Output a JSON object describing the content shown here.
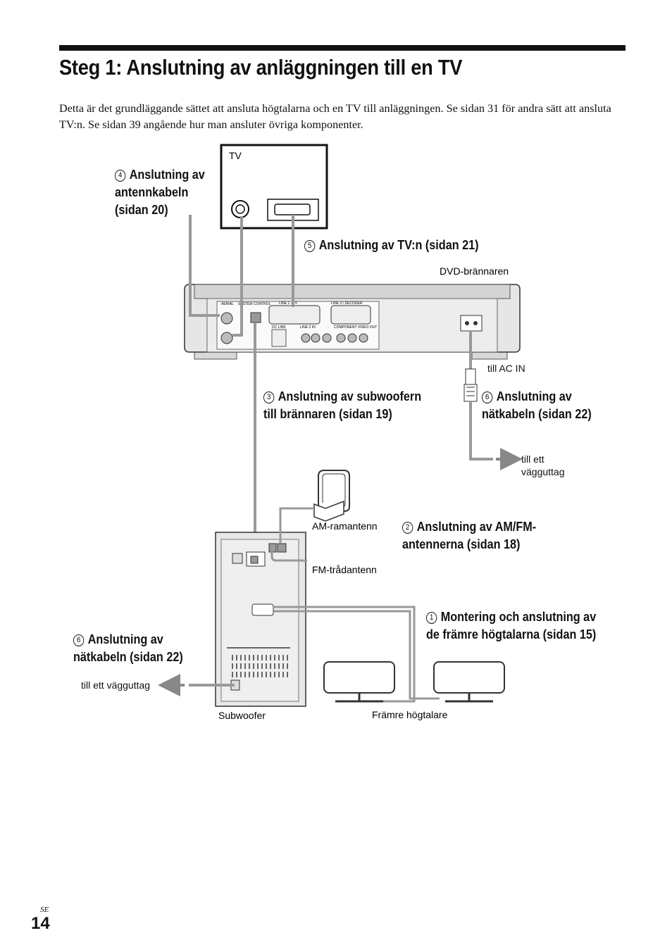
{
  "page": {
    "title": "Steg 1: Anslutning av anläggningen till en TV",
    "intro": "Detta är det grundläggande sättet att ansluta högtalarna och en TV till anläggningen. Se sidan 31 för andra sätt att ansluta TV:n. Se sidan 39 angående hur man ansluter övriga komponenter.",
    "language_code": "SE",
    "page_number": "14"
  },
  "diagram": {
    "devices": {
      "tv": "TV",
      "dvd_recorder": "DVD-brännaren",
      "subwoofer": "Subwoofer",
      "front_speakers": "Främre högtalare",
      "am_antenna": "AM-ramantenn",
      "fm_antenna": "FM-trådantenn"
    },
    "labels": {
      "ac_in": "till AC IN",
      "wall_outlet_right": "till ett\nvägguttag",
      "wall_outlet_left": "till ett vägguttag"
    },
    "steps": [
      {
        "num": "1",
        "text": "Montering och anslutning av\nde främre högtalarna (sidan 15)"
      },
      {
        "num": "2",
        "text": "Anslutning av AM/FM-\nantennerna (sidan 18)"
      },
      {
        "num": "3",
        "text": "Anslutning av subwoofern\ntill brännaren (sidan 19)"
      },
      {
        "num": "4",
        "text": "Anslutning av\nantennkabeln\n(sidan 20)"
      },
      {
        "num": "5",
        "text": "Anslutning av TV:n (sidan 21)"
      },
      {
        "num": "6",
        "text": "Anslutning av\nnätkabeln (sidan 22)"
      },
      {
        "num": "6",
        "text": "Anslutning av\nnätkabeln (sidan 22)"
      }
    ],
    "panel_labels": {
      "aerial": "AERIAL",
      "system_control": "SYSTEM CONTROL",
      "line1_tv": "LINE 1 - TV",
      "line3_decoder": "LINE 3 / DECODER",
      "dc_link": "DC LINK",
      "line2_in": "LINE 2 IN",
      "component_video_out": "COMPONENT VIDEO OUT"
    }
  }
}
